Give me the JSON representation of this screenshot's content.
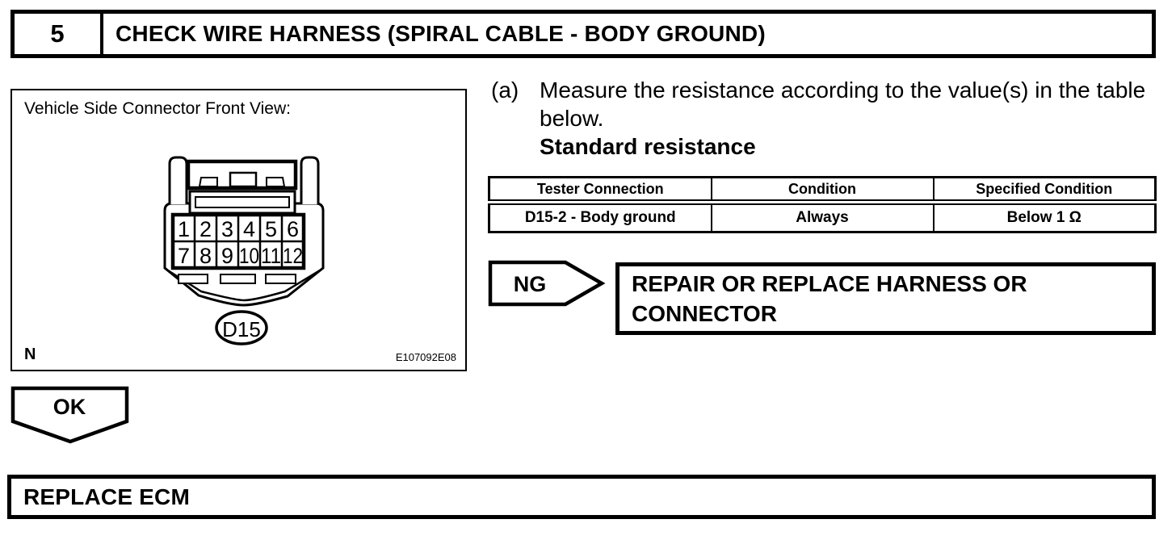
{
  "step": {
    "number": "5",
    "title": "CHECK WIRE HARNESS (SPIRAL CABLE - BODY GROUND)"
  },
  "figure": {
    "caption": "Vehicle Side Connector Front View:",
    "connector_label": "D15",
    "pins_row1": [
      "1",
      "2",
      "3",
      "4",
      "5",
      "6"
    ],
    "pins_row2": [
      "7",
      "8",
      "9",
      "10",
      "11",
      "12"
    ],
    "note": "N",
    "figure_id": "E107092E08"
  },
  "instruction": {
    "marker": "(a)",
    "text": "Measure the resistance according to the value(s) in the table below.",
    "subheading": "Standard resistance"
  },
  "spec_table": {
    "headers": [
      "Tester Connection",
      "Condition",
      "Specified Condition"
    ],
    "rows": [
      [
        "D15-2 - Body ground",
        "Always",
        "Below 1 Ω"
      ]
    ]
  },
  "ng_branch": {
    "label": "NG",
    "action": "REPAIR OR REPLACE HARNESS OR CONNECTOR"
  },
  "ok_branch": {
    "label": "OK"
  },
  "final_action": {
    "label": "REPLACE ECM"
  },
  "colors": {
    "ink": "#000000",
    "paper": "#ffffff"
  }
}
